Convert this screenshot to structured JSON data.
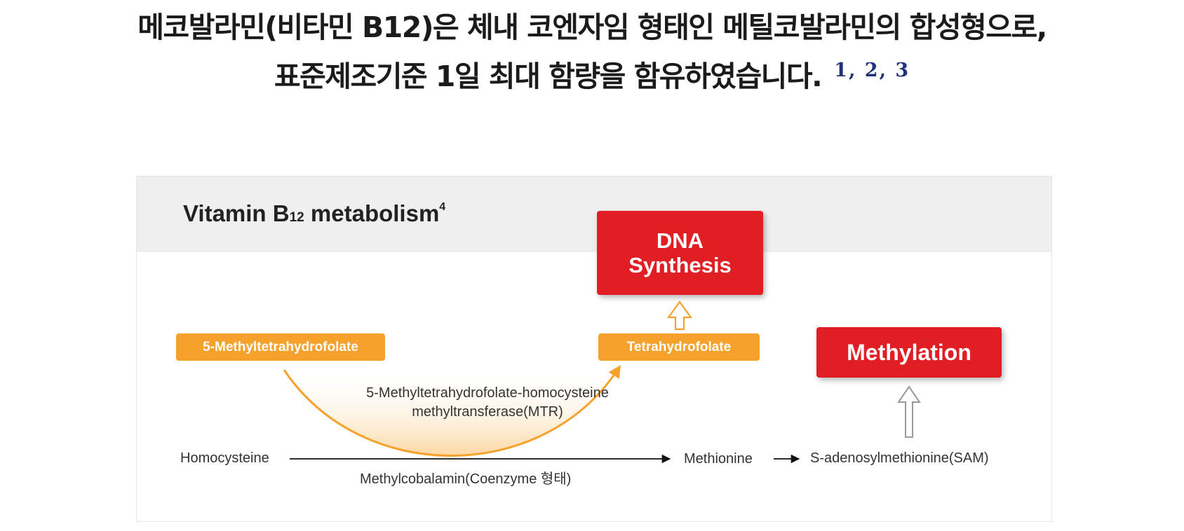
{
  "headline": {
    "line1": "메코발라민(비타민 B12)은 체내 코엔자임 형태인 메틸코발라민의 합성형으로,",
    "line2": "표준제조기준 1일 최대 함량을 함유하였습니다.",
    "refs": "1, 2, 3"
  },
  "diagram": {
    "title_main": "Vitamin B",
    "title_sub": "12",
    "title_rest": " metabolism",
    "title_sup": "4",
    "nodes": {
      "dna_synthesis": "DNA Synthesis",
      "methylation": "Methylation",
      "methyltetrahydrofolate": "5-Methyltetrahydrofolate",
      "tetrahydrofolate": "Tetrahydrofolate",
      "homocysteine": "Homocysteine",
      "methionine": "Methionine",
      "sam": "S-adenosylmethionine(SAM)"
    },
    "enzyme_line1": "5-Methyltetrahydrofolate-homocysteine",
    "enzyme_line2": "methyltransferase(MTR)",
    "cofactor": "Methylcobalamin(Coenzyme 형태)",
    "colors": {
      "red": "#e01e24",
      "orange": "#f7a12d",
      "band": "#efefef",
      "refs": "#22327a"
    }
  }
}
